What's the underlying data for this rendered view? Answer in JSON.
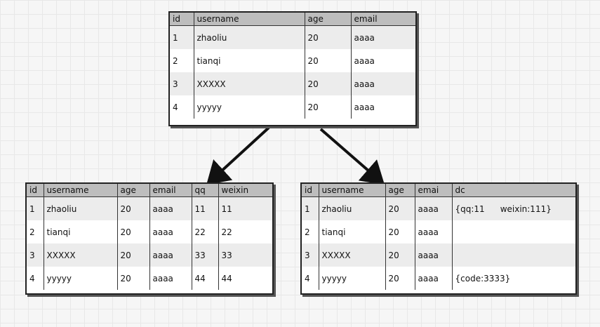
{
  "top_table": {
    "columns": [
      "id",
      "username",
      "age",
      "email"
    ],
    "rows": [
      [
        "1",
        "zhaoliu",
        "20",
        "aaaa"
      ],
      [
        "2",
        "tianqi",
        "20",
        "aaaa"
      ],
      [
        "3",
        "XXXXX",
        "20",
        "aaaa"
      ],
      [
        "4",
        "yyyyy",
        "20",
        "aaaa"
      ]
    ]
  },
  "left_table": {
    "columns": [
      "id",
      "username",
      "age",
      "email",
      "qq",
      "weixin"
    ],
    "rows": [
      [
        "1",
        "zhaoliu",
        "20",
        "aaaa",
        "11",
        "11"
      ],
      [
        "2",
        "tianqi",
        "20",
        "aaaa",
        "22",
        "22"
      ],
      [
        "3",
        "XXXXX",
        "20",
        "aaaa",
        "33",
        "33"
      ],
      [
        "4",
        "yyyyy",
        "20",
        "aaaa",
        "44",
        "44"
      ]
    ]
  },
  "right_table": {
    "columns": [
      "id",
      "username",
      "age",
      "emai",
      "dc"
    ],
    "rows": [
      [
        "1",
        "zhaoliu",
        "20",
        "aaaa",
        ""
      ],
      [
        "2",
        "tianqi",
        "20",
        "aaaa",
        ""
      ],
      [
        "3",
        "XXXXX",
        "20",
        "aaaa",
        ""
      ],
      [
        "4",
        "yyyyy",
        "20",
        "aaaa",
        "{code:3333}"
      ]
    ],
    "dc_row1_part1": "{qq:11",
    "dc_row1_part2": "weixin:111}"
  }
}
